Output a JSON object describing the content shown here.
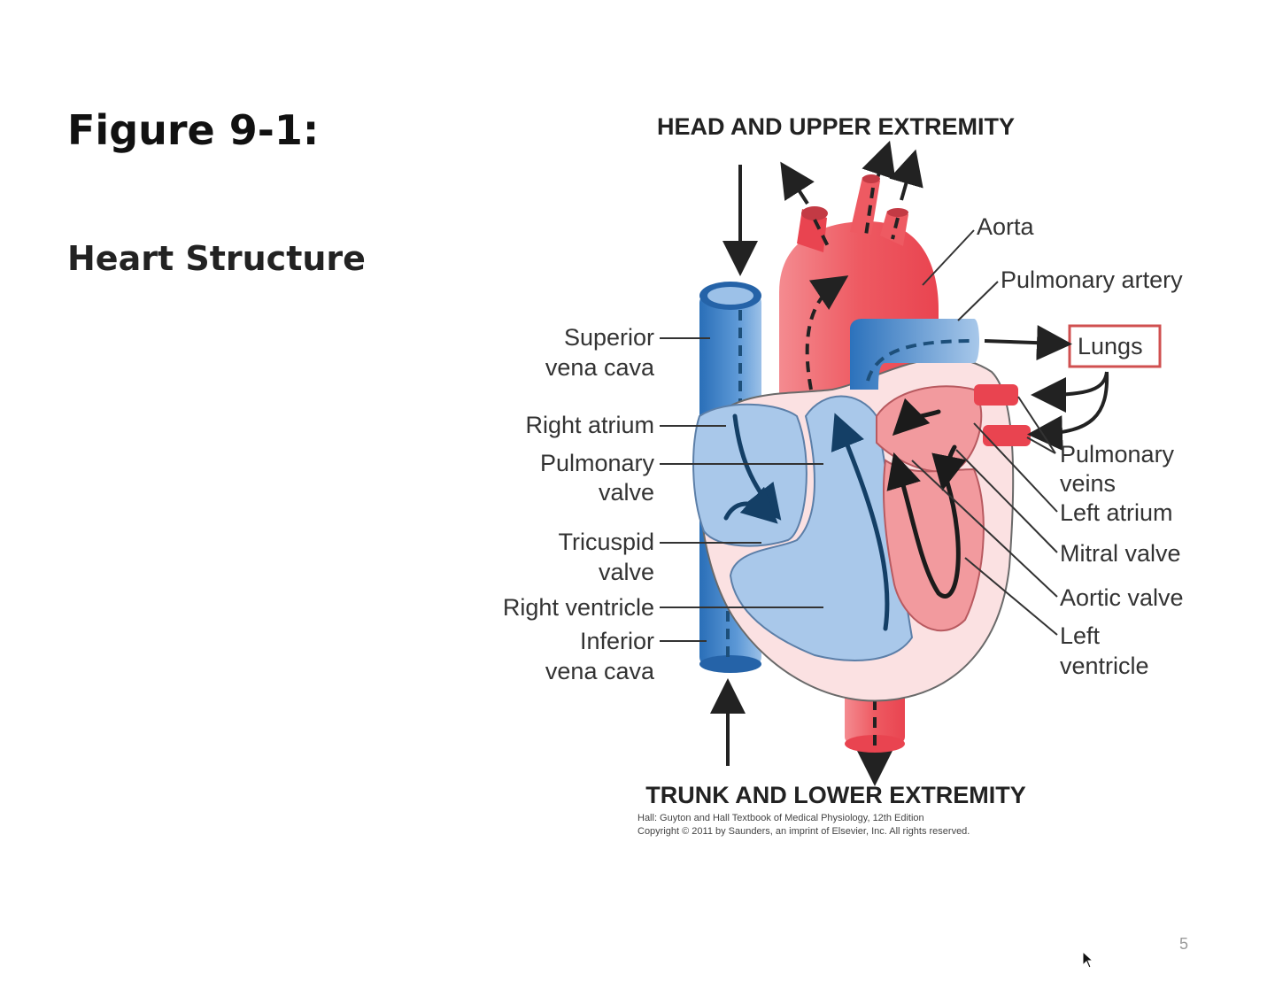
{
  "slide": {
    "title": "Figure 9-1:",
    "subtitle": "Heart Structure",
    "page_number": "5"
  },
  "diagram": {
    "top_caption": "HEAD AND UPPER EXTREMITY",
    "bottom_caption": "TRUNK AND LOWER EXTREMITY",
    "credit_line_1": "Hall: Guyton and Hall Textbook of Medical Physiology, 12th Edition",
    "credit_line_2": "Copyright © 2011 by Saunders, an imprint of Elsevier, Inc. All rights reserved.",
    "lungs_label": "Lungs",
    "labels_left": {
      "superior_vena_cava": [
        "Superior",
        "vena cava"
      ],
      "right_atrium": [
        "Right atrium"
      ],
      "pulmonary_valve": [
        "Pulmonary",
        "valve"
      ],
      "tricuspid_valve": [
        "Tricuspid",
        "valve"
      ],
      "right_ventricle": [
        "Right ventricle"
      ],
      "inferior_vena_cava": [
        "Inferior",
        "vena cava"
      ]
    },
    "labels_right": {
      "aorta": [
        "Aorta"
      ],
      "pulmonary_artery": [
        "Pulmonary artery"
      ],
      "pulmonary_veins": [
        "Pulmonary",
        "veins"
      ],
      "left_atrium": [
        "Left atrium"
      ],
      "mitral_valve": [
        "Mitral valve"
      ],
      "aortic_valve": [
        "Aortic valve"
      ],
      "left_ventricle": [
        "Left",
        "ventricle"
      ]
    },
    "colors": {
      "oxygenated": "#ee5a62",
      "deoxygenated": "#3b7fc4",
      "right_chamber": "#a9c8ea",
      "left_chamber": "#f29a9e",
      "heart_wall": "#fbe1e2",
      "lungs_border": "#d05050"
    }
  }
}
